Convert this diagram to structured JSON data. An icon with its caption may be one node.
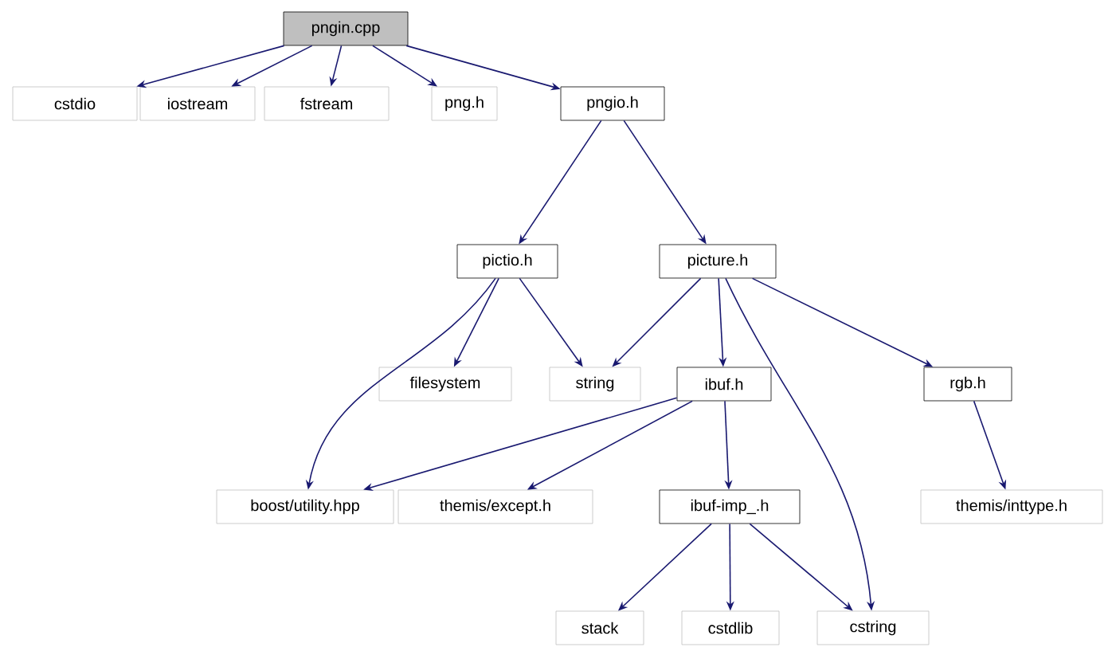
{
  "diagram": {
    "nodes": [
      {
        "text": [
          "pngin.cpp"
        ]
      },
      {
        "text": [
          "cstdio"
        ]
      },
      {
        "text": [
          "iostream"
        ]
      },
      {
        "text": [
          "fstream"
        ]
      },
      {
        "text": [
          "png.h"
        ]
      },
      {
        "text": [
          "pngio.h"
        ]
      },
      {
        "text": [
          "pictio.h"
        ]
      },
      {
        "text": [
          "picture.h"
        ]
      },
      {
        "text": [
          "filesystem"
        ]
      },
      {
        "text": [
          "string"
        ]
      },
      {
        "text": [
          "ibuf.h"
        ]
      },
      {
        "text": [
          "rgb.h"
        ]
      },
      {
        "text": [
          "boost/utility.hpp"
        ]
      },
      {
        "text": [
          "themis/except.h"
        ]
      },
      {
        "text": [
          "ibuf-imp_.h"
        ]
      },
      {
        "text": [
          "themis/inttype.h"
        ]
      },
      {
        "text": [
          "stack"
        ]
      },
      {
        "text": [
          "cstdlib"
        ]
      },
      {
        "text": [
          "cstring"
        ]
      }
    ],
    "edges": [
      {
        "from": 0,
        "to": 1,
        "arrow": "to"
      },
      {
        "from": 0,
        "to": 2,
        "arrow": "to"
      },
      {
        "from": 0,
        "to": 3,
        "arrow": "to"
      },
      {
        "from": 0,
        "to": 4,
        "arrow": "to"
      },
      {
        "from": 0,
        "to": 5,
        "arrow": "to"
      },
      {
        "from": 5,
        "to": 6,
        "arrow": "to"
      },
      {
        "from": 5,
        "to": 7,
        "arrow": "to"
      },
      {
        "from": 6,
        "to": 12,
        "arrow": "to"
      },
      {
        "from": 6,
        "to": 8,
        "arrow": "to"
      },
      {
        "from": 6,
        "to": 9,
        "arrow": "to"
      },
      {
        "from": 7,
        "to": 9,
        "arrow": "to"
      },
      {
        "from": 7,
        "to": 10,
        "arrow": "to"
      },
      {
        "from": 7,
        "to": 18,
        "arrow": "to"
      },
      {
        "from": 7,
        "to": 11,
        "arrow": "to"
      },
      {
        "from": 10,
        "to": 12,
        "arrow": "to"
      },
      {
        "from": 10,
        "to": 13,
        "arrow": "to"
      },
      {
        "from": 10,
        "to": 14,
        "arrow": "to"
      },
      {
        "from": 11,
        "to": 15,
        "arrow": "to"
      },
      {
        "from": 14,
        "to": 16,
        "arrow": "to"
      },
      {
        "from": 14,
        "to": 17,
        "arrow": "to"
      },
      {
        "from": 14,
        "to": 18,
        "arrow": "to"
      }
    ]
  }
}
